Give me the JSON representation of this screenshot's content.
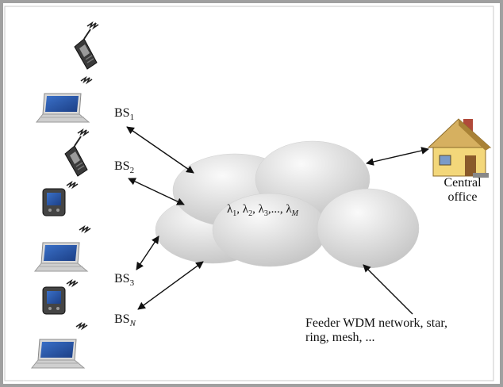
{
  "base_stations": [
    {
      "prefix": "BS",
      "sub": "1"
    },
    {
      "prefix": "BS",
      "sub": "2"
    },
    {
      "prefix": "BS",
      "sub": "3"
    },
    {
      "prefix": "BS",
      "sub": "N"
    }
  ],
  "cloud": {
    "lambda_1": "λ",
    "sub_1": "1",
    "lambda_2": "λ",
    "sub_2": "2",
    "lambda_3": "λ",
    "sub_3": "3",
    "ellipsis": "...,",
    "lambda_m": "λ",
    "sub_m": "M"
  },
  "central_office": {
    "line1": "Central",
    "line2": "office"
  },
  "feeder": {
    "line1": "Feeder WDM network, star,",
    "line2": "ring, mesh, ..."
  },
  "devices": [
    "phone-icon",
    "laptop-icon",
    "phone-icon",
    "pda-icon",
    "laptop-icon",
    "pda-icon",
    "laptop-icon"
  ],
  "colors": {
    "border": "#a0a0a0",
    "cloud_light": "#f2f2f2",
    "cloud_dark": "#bdbdbd",
    "arrow": "#111111",
    "house_wall": "#f3d77a",
    "house_roof": "#c8a24a"
  }
}
